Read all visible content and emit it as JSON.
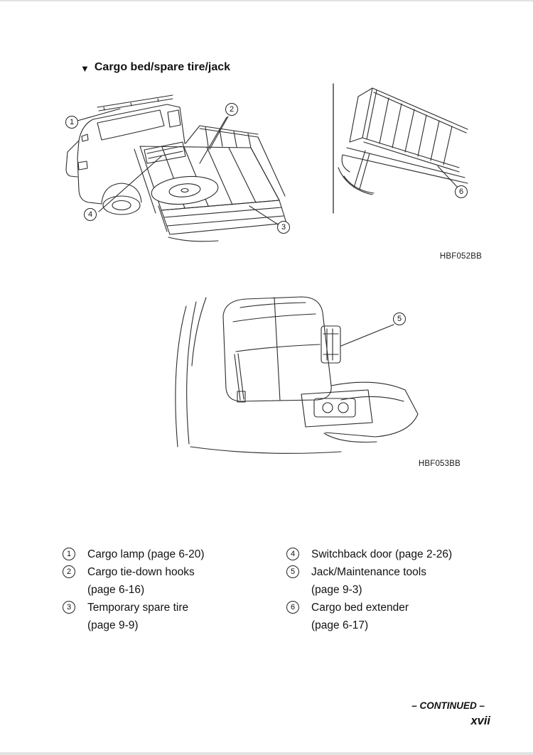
{
  "page": {
    "section_marker": "▼",
    "title": "Cargo bed/spare tire/jack",
    "footer_continued": "– CONTINUED –",
    "footer_page_number": "xvii"
  },
  "figures": {
    "fig1": {
      "caption": "HBF052BB",
      "callouts": {
        "c1": "1",
        "c2": "2",
        "c3": "3",
        "c4": "4"
      }
    },
    "fig2": {
      "callouts": {
        "c6": "6"
      }
    },
    "fig3": {
      "caption": "HBF053BB",
      "callouts": {
        "c5": "5"
      }
    }
  },
  "legend": {
    "left": [
      {
        "num": "1",
        "lines": [
          "Cargo lamp (page 6-20)"
        ]
      },
      {
        "num": "2",
        "lines": [
          "Cargo tie-down hooks",
          "(page 6-16)"
        ]
      },
      {
        "num": "3",
        "lines": [
          "Temporary spare tire",
          "(page 9-9)"
        ]
      }
    ],
    "right": [
      {
        "num": "4",
        "lines": [
          "Switchback door (page 2-26)"
        ]
      },
      {
        "num": "5",
        "lines": [
          "Jack/Maintenance tools",
          "(page 9-3)"
        ]
      },
      {
        "num": "6",
        "lines": [
          "Cargo bed extender",
          "(page 6-17)"
        ]
      }
    ]
  }
}
